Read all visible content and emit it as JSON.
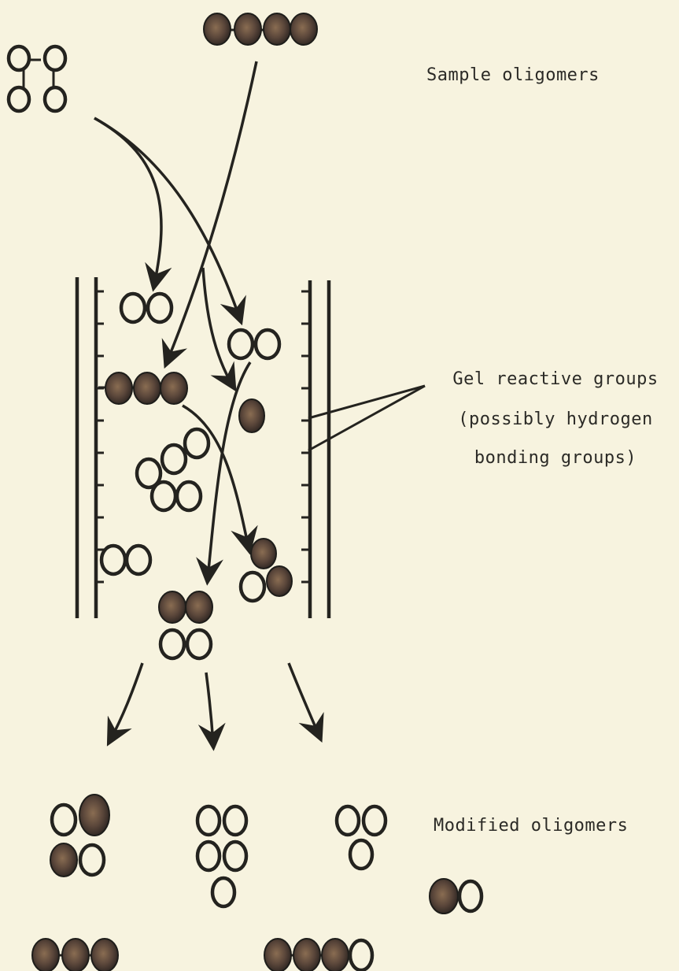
{
  "labels": {
    "sample": "Sample oligomers",
    "gel_line1": "Gel reactive groups",
    "gel_line2": "(possibly hydrogen",
    "gel_line3": "bonding groups)",
    "modified": "Modified oligomers"
  },
  "colors": {
    "background": "#f7f3df",
    "ink": "#24231f",
    "filled_center": "#8a6d52",
    "filled_edge": "#2a2320"
  }
}
